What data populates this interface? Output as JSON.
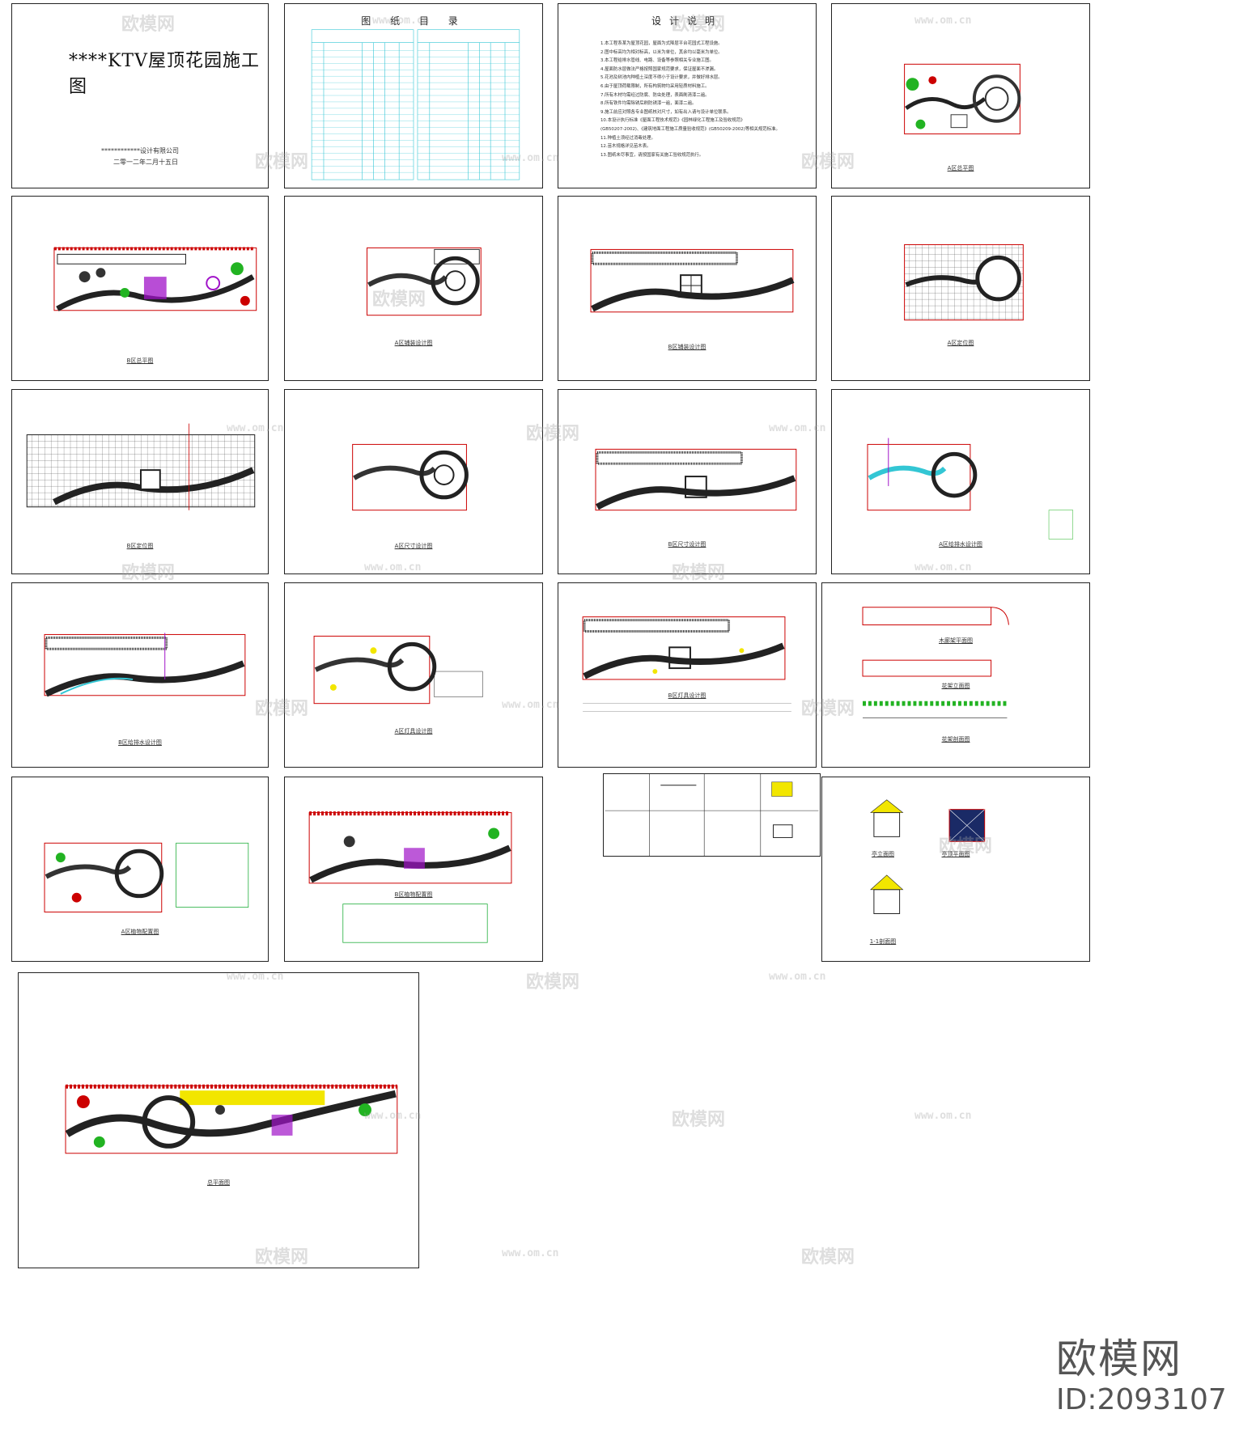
{
  "cover": {
    "title": "****KTV屋顶花园施工图",
    "company": "************设计有限公司",
    "date": "二零一二年二月十五日"
  },
  "catalog": {
    "heading": "图 纸 目 录"
  },
  "design_notes": {
    "heading": "设计说明",
    "lines": [
      "1.本工程系某为屋顶花园，屋面为式降层平台花园式工程设施。",
      "2.图中标高均为相对标高，以米为单位，其余均以毫米为单位。",
      "3.本工程给排水管线、电路、设备等参照相关专业施工图。",
      "4.屋面防水层做法严格按照国家规范要求，保证屋面不渗漏。",
      "5.花池及树池内种植土深度不得小于设计要求，并做好排水层。",
      "6.由于屋顶荷载限制，所有构筑物均采用轻质材料施工。",
      "7.所有木材均需经过防腐、防虫处理，表面刷清漆二遍。",
      "8.所有铁件均需除锈后刷防锈漆一遍，面漆二遍。",
      "9.施工前应对照各专业图纸核对尺寸，如有出入请与设计单位联系。",
      "10.本设计执行标准《屋面工程技术规范》《园林绿化工程施工及验收规范》",
      "(GB50207-2002)、《建筑地面工程施工质量验收规范》(GB50209-2002)等相关规范标准。",
      "11.种植土须经过消毒处理。",
      "12.苗木规格详见苗木表。",
      "13.图纸未尽事宜，请按国家有关施工验收规范执行。"
    ]
  },
  "captions": {
    "a_plan": "A区总平图",
    "b_plan": "B区总平图",
    "a_paving": "A区铺装设计图",
    "b_paving": "B区铺装设计图",
    "a_grid": "A区定位图",
    "b_grid": "B区定位图",
    "a_dim": "A区尺寸设计图",
    "b_dim": "B区尺寸设计图",
    "a_water": "A区给排水设计图",
    "b_water": "B区给排水设计图",
    "a_light": "A区灯具设计图",
    "b_light": "B区灯具设计图",
    "pergola1": "木廊架平面图",
    "pergola2": "花架立面图",
    "pergola3": "花架剖面图",
    "a_plant": "A区植物配置图",
    "b_plant": "B区植物配置图",
    "pavilion1": "亭立面图",
    "pavilion2": "亭顶平面图",
    "pavilion3": "1-1剖面图",
    "master": "总平面图"
  },
  "watermark": {
    "site": "欧模网",
    "url": "www.om.cn"
  },
  "brand": {
    "name": "欧模网",
    "id": "ID:2093107"
  },
  "colors": {
    "frame_red": "#cc0000",
    "catalog_cyan": "#33c6d4",
    "plant_green": "#22b322",
    "table_green": "#1fae3a",
    "highlight_yellow": "#f2e600",
    "accent_purple": "#a012c8"
  }
}
